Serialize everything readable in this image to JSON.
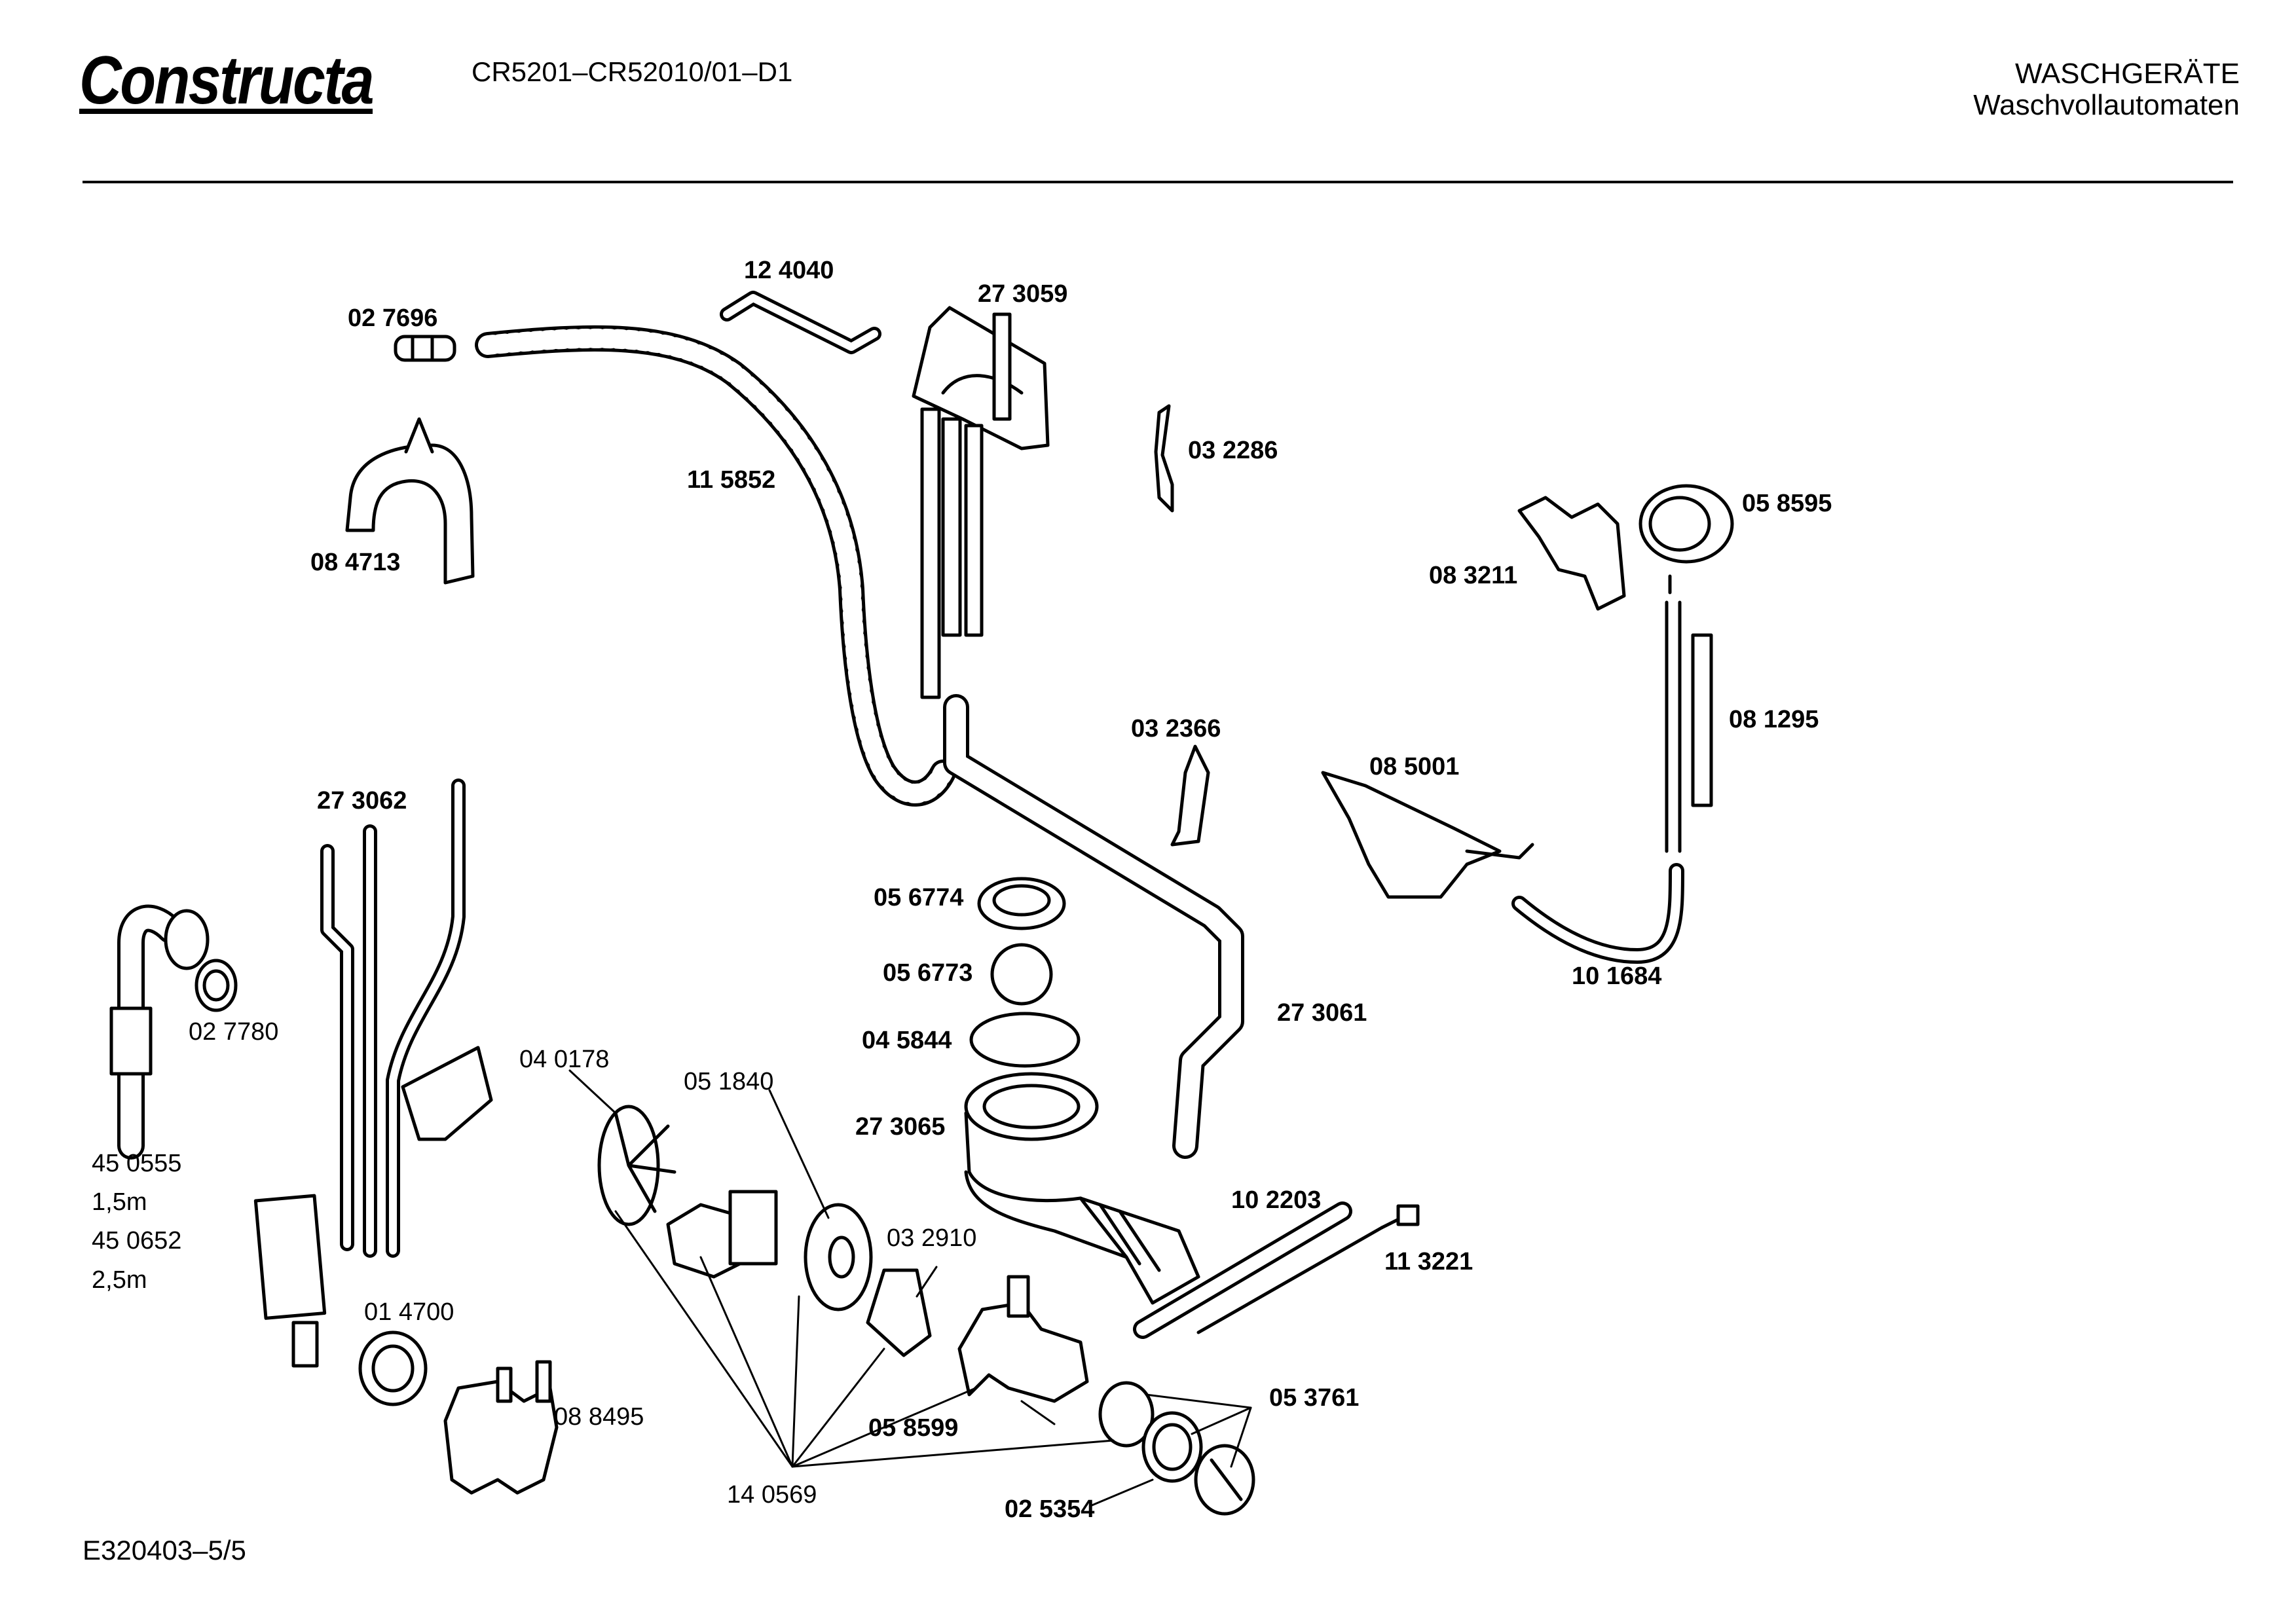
{
  "header": {
    "brand": "Constructa",
    "model": "CR5201–CR52010/01–D1",
    "category": "WASCHGERÄTE",
    "subcategory": "Waschvollautomaten"
  },
  "footer": {
    "doc_id": "E320403–5/5"
  },
  "parts": [
    {
      "id": "12 4040",
      "bold": true
    },
    {
      "id": "27 3059",
      "bold": true
    },
    {
      "id": "02 7696",
      "bold": true
    },
    {
      "id": "11 5852",
      "bold": true
    },
    {
      "id": "08 4713",
      "bold": true
    },
    {
      "id": "03 2286",
      "bold": true
    },
    {
      "id": "05 8595",
      "bold": true
    },
    {
      "id": "08 3211",
      "bold": true
    },
    {
      "id": "08 1295",
      "bold": true
    },
    {
      "id": "03 2366",
      "bold": true
    },
    {
      "id": "08 5001",
      "bold": true
    },
    {
      "id": "27 3062",
      "bold": true
    },
    {
      "id": "05 6774",
      "bold": true
    },
    {
      "id": "05 6773",
      "bold": true
    },
    {
      "id": "04 5844",
      "bold": true
    },
    {
      "id": "10 1684",
      "bold": true
    },
    {
      "id": "27 3061",
      "bold": true
    },
    {
      "id": "02 7780",
      "bold": false
    },
    {
      "id": "04 0178",
      "bold": false
    },
    {
      "id": "05 1840",
      "bold": false
    },
    {
      "id": "27 3065",
      "bold": true
    },
    {
      "id": "45 0555",
      "bold": false
    },
    {
      "id": "1,5m",
      "bold": false
    },
    {
      "id": "45 0652",
      "bold": false
    },
    {
      "id": "2,5m",
      "bold": false
    },
    {
      "id": "10 2203",
      "bold": true
    },
    {
      "id": "03 2910",
      "bold": false
    },
    {
      "id": "11 3221",
      "bold": true
    },
    {
      "id": "01 4700",
      "bold": false
    },
    {
      "id": "08 8495",
      "bold": false
    },
    {
      "id": "05 3761",
      "bold": true
    },
    {
      "id": "05 8599",
      "bold": true
    },
    {
      "id": "14 0569",
      "bold": false
    },
    {
      "id": "02 5354",
      "bold": true
    }
  ]
}
